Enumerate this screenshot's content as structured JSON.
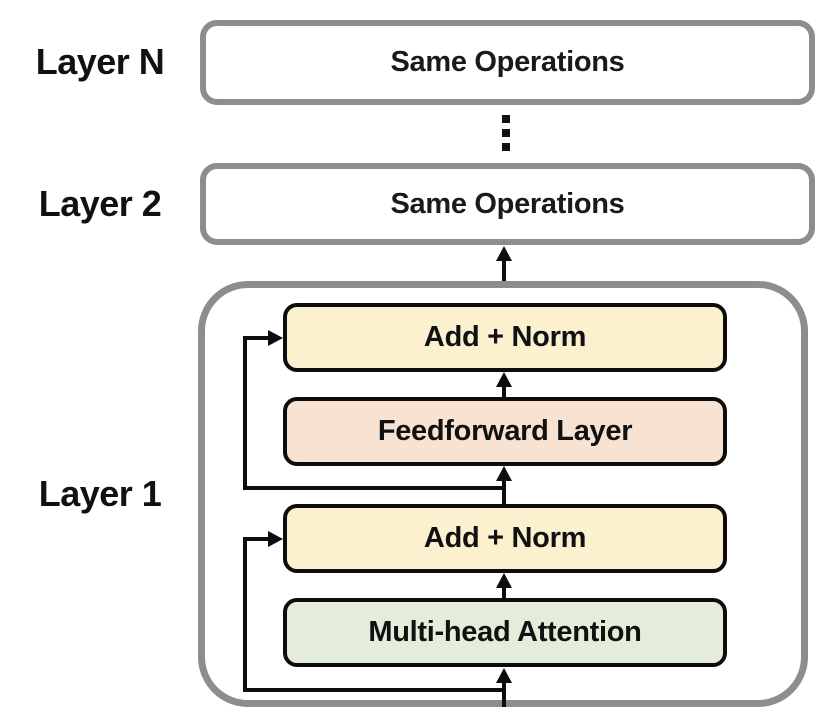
{
  "diagram": {
    "type": "transformer-encoder-stack",
    "layer_n": {
      "label": "Layer N",
      "box_text": "Same Operations"
    },
    "layer_2": {
      "label": "Layer 2",
      "box_text": "Same Operations"
    },
    "ellipsis_icon": "vertical-ellipsis",
    "layer_1": {
      "label": "Layer 1",
      "blocks": [
        {
          "name": "add-norm-top",
          "text": "Add + Norm",
          "fill": "#fbf1cf"
        },
        {
          "name": "feedforward",
          "text": "Feedforward Layer",
          "fill": "#f8e3d3"
        },
        {
          "name": "add-norm-bottom",
          "text": "Add + Norm",
          "fill": "#fbf1cf"
        },
        {
          "name": "multi-head-attention",
          "text": "Multi-head Attention",
          "fill": "#e4edda"
        }
      ],
      "connections": [
        "input -> multi-head-attention",
        "input -> add-norm-bottom (residual)",
        "multi-head-attention -> add-norm-bottom",
        "add-norm-bottom -> feedforward",
        "add-norm-bottom -> add-norm-top (residual)",
        "feedforward -> add-norm-top",
        "add-norm-top -> layer-2"
      ]
    },
    "colors": {
      "outer_border_gray": "#8d8d8d",
      "block_border_black": "#0d0d0d",
      "add_norm_fill": "#fbf1cf",
      "feedforward_fill": "#f8e3d3",
      "attention_fill": "#e4edda",
      "background": "#ffffff"
    }
  }
}
